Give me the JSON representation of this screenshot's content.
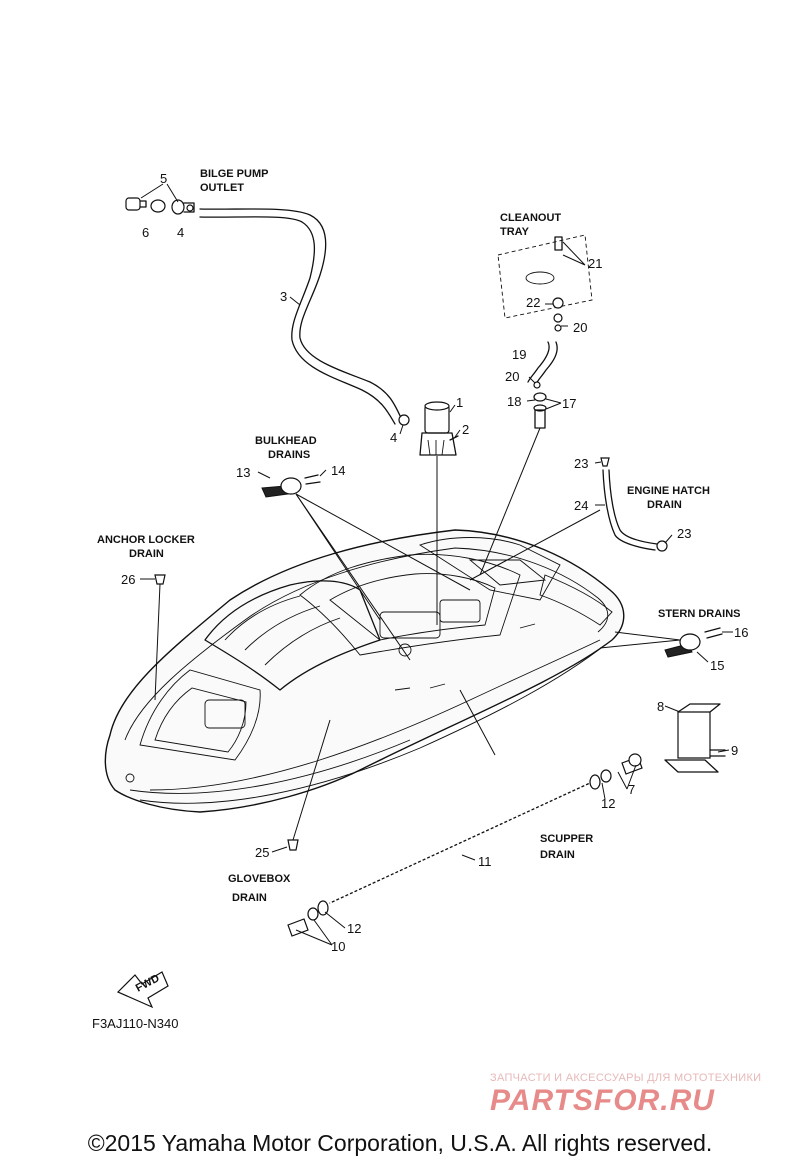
{
  "labels": {
    "bilge_pump_outlet_1": "BILGE PUMP",
    "bilge_pump_outlet_2": "OUTLET",
    "cleanout_tray_1": "CLEANOUT",
    "cleanout_tray_2": "TRAY",
    "bulkhead_drains_1": "BULKHEAD",
    "bulkhead_drains_2": "DRAINS",
    "engine_hatch_drain_1": "ENGINE HATCH",
    "engine_hatch_drain_2": "DRAIN",
    "anchor_locker_drain_1": "ANCHOR LOCKER",
    "anchor_locker_drain_2": "DRAIN",
    "stern_drains": "STERN DRAINS",
    "scupper_drain_1": "SCUPPER",
    "scupper_drain_2": "DRAIN",
    "glovebox_drain_1": "GLOVEBOX",
    "glovebox_drain_2": "DRAIN"
  },
  "callouts": {
    "c1": "1",
    "c2": "2",
    "c3": "3",
    "c4a": "4",
    "c4b": "4",
    "c5": "5",
    "c6": "6",
    "c7": "7",
    "c8": "8",
    "c9": "9",
    "c10": "10",
    "c11": "11",
    "c12a": "12",
    "c12b": "12",
    "c13": "13",
    "c14": "14",
    "c15": "15",
    "c16": "16",
    "c17": "17",
    "c18": "18",
    "c19": "19",
    "c20a": "20",
    "c20b": "20",
    "c21": "21",
    "c22": "22",
    "c23a": "23",
    "c23b": "23",
    "c24": "24",
    "c25": "25",
    "c26": "26"
  },
  "fwd_label": "FWD",
  "diagram_code": "F3AJ110-N340",
  "watermark": {
    "tagline": "ЗАПЧАСТИ И АКСЕССУАРЫ ДЛЯ МОТОТЕХНИКИ",
    "logo": "PARTSFOR.RU"
  },
  "copyright": "©2015 Yamaha Motor Corporation, U.S.A. All rights reserved."
}
